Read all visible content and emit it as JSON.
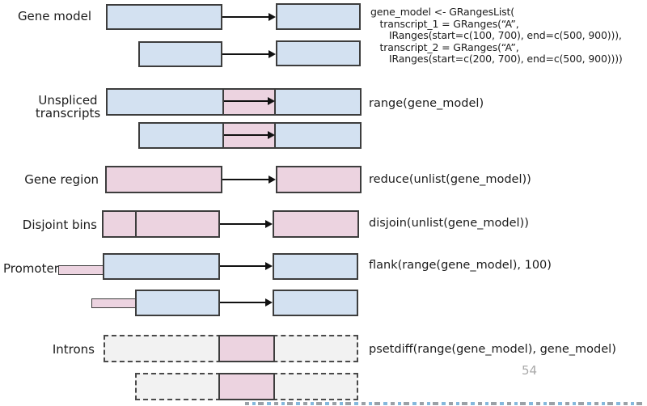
{
  "slide": {
    "page_number": "54"
  },
  "colors": {
    "blue": "#d3e1f1",
    "pink": "#ecd3e0",
    "dash_fill": "#f2f2f2",
    "border": "#3d3d3d",
    "arrow": "#111111",
    "page_gray": "#a9a9a9"
  },
  "sections": {
    "gene_model": {
      "label": "Gene model",
      "code_lines": [
        "gene_model <- GRangesList(",
        "   transcript_1 = GRanges(“A”,",
        "      IRanges(start=c(100, 700), end=c(500, 900))),",
        "   transcript_2 = GRanges(“A”,",
        "      IRanges(start=c(200, 700), end=c(500, 900))))"
      ]
    },
    "unspliced_transcripts": {
      "label_line1": "Unspliced",
      "label_line2": "transcripts",
      "code": "range(gene_model)"
    },
    "gene_region": {
      "label": "Gene region",
      "code": "reduce(unlist(gene_model))"
    },
    "disjoint_bins": {
      "label": "Disjoint bins",
      "code": "disjoin(unlist(gene_model))"
    },
    "promoter": {
      "label": "Promoter",
      "code": "flank(range(gene_model), 100)"
    },
    "introns": {
      "label": "Introns",
      "code": "psetdiff(range(gene_model), gene_model)"
    }
  }
}
